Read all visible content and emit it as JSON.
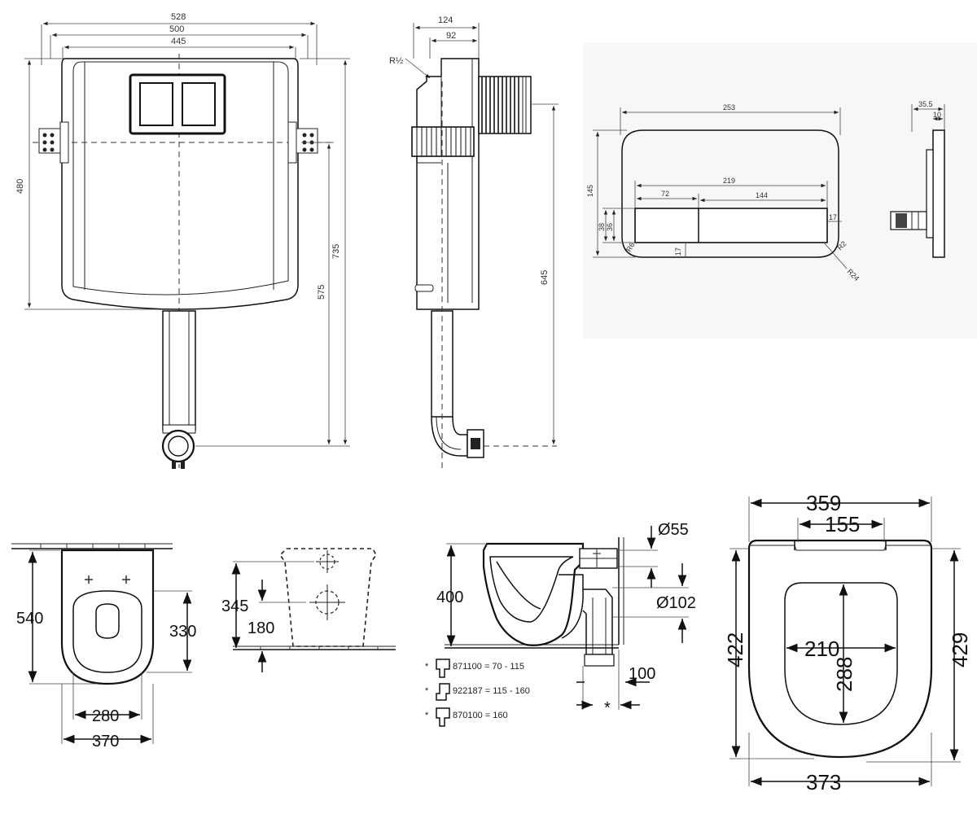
{
  "cistern_front": {
    "d_528": "528",
    "d_500": "500",
    "d_445": "445",
    "d_480": "480",
    "d_735": "735",
    "d_575": "575"
  },
  "cistern_side": {
    "d_124": "124",
    "d_92": "92",
    "r_half": "R½",
    "d_645": "645"
  },
  "flush_plate": {
    "d_253": "253",
    "d_145": "145",
    "d_219": "219",
    "d_72": "72",
    "d_144": "144",
    "d_38": "38",
    "d_36": "36",
    "d_17a": "17",
    "d_17b": "17",
    "r6": "R6",
    "r2": "R2",
    "r24": "R24",
    "d_35_5": "35.5",
    "d_10": "10"
  },
  "toilet_top": {
    "d_540": "540",
    "d_330": "330",
    "d_280": "280",
    "d_370": "370"
  },
  "toilet_wall": {
    "d_345": "345",
    "d_180": "180"
  },
  "toilet_side": {
    "d_400": "400",
    "d_55": "Ø55",
    "d_102": "Ø102",
    "d_100": "100",
    "star": "*"
  },
  "notes": [
    {
      "star": "*",
      "text": "871100 = 70 - 115"
    },
    {
      "star": "*",
      "text": "922187 = 115 - 160"
    },
    {
      "star": "*",
      "text": "870100 = 160"
    }
  ],
  "seat": {
    "d_359": "359",
    "d_155": "155",
    "d_422": "422",
    "d_429": "429",
    "d_210": "210",
    "d_288": "288",
    "d_373": "373"
  }
}
